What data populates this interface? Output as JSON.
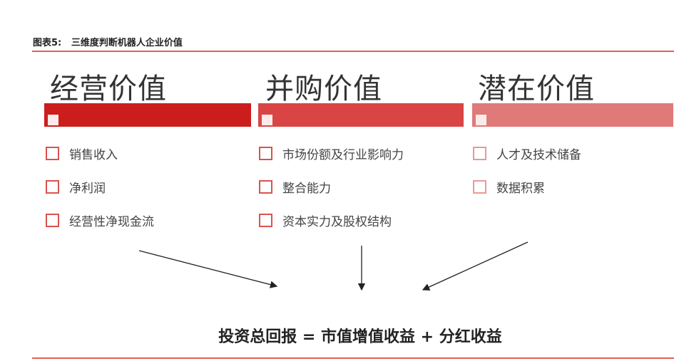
{
  "figure_title": "图表5:   三维度判断机器人企业价值",
  "columns": [
    {
      "title": "经营价值",
      "color": "#cc1d1d",
      "items": [
        "销售收入",
        "净利润",
        "经营性净现金流"
      ]
    },
    {
      "title": "并购价值",
      "color": "#d94545",
      "items": [
        "市场份额及行业影响力",
        "整合能力",
        "资本实力及股权结构"
      ]
    },
    {
      "title": "潜在价值",
      "color": "#e07a78",
      "items": [
        "人才及技术储备",
        "数据积累"
      ]
    }
  ],
  "formula": "投资总回报 = 市值增值收益 + 分红收益"
}
